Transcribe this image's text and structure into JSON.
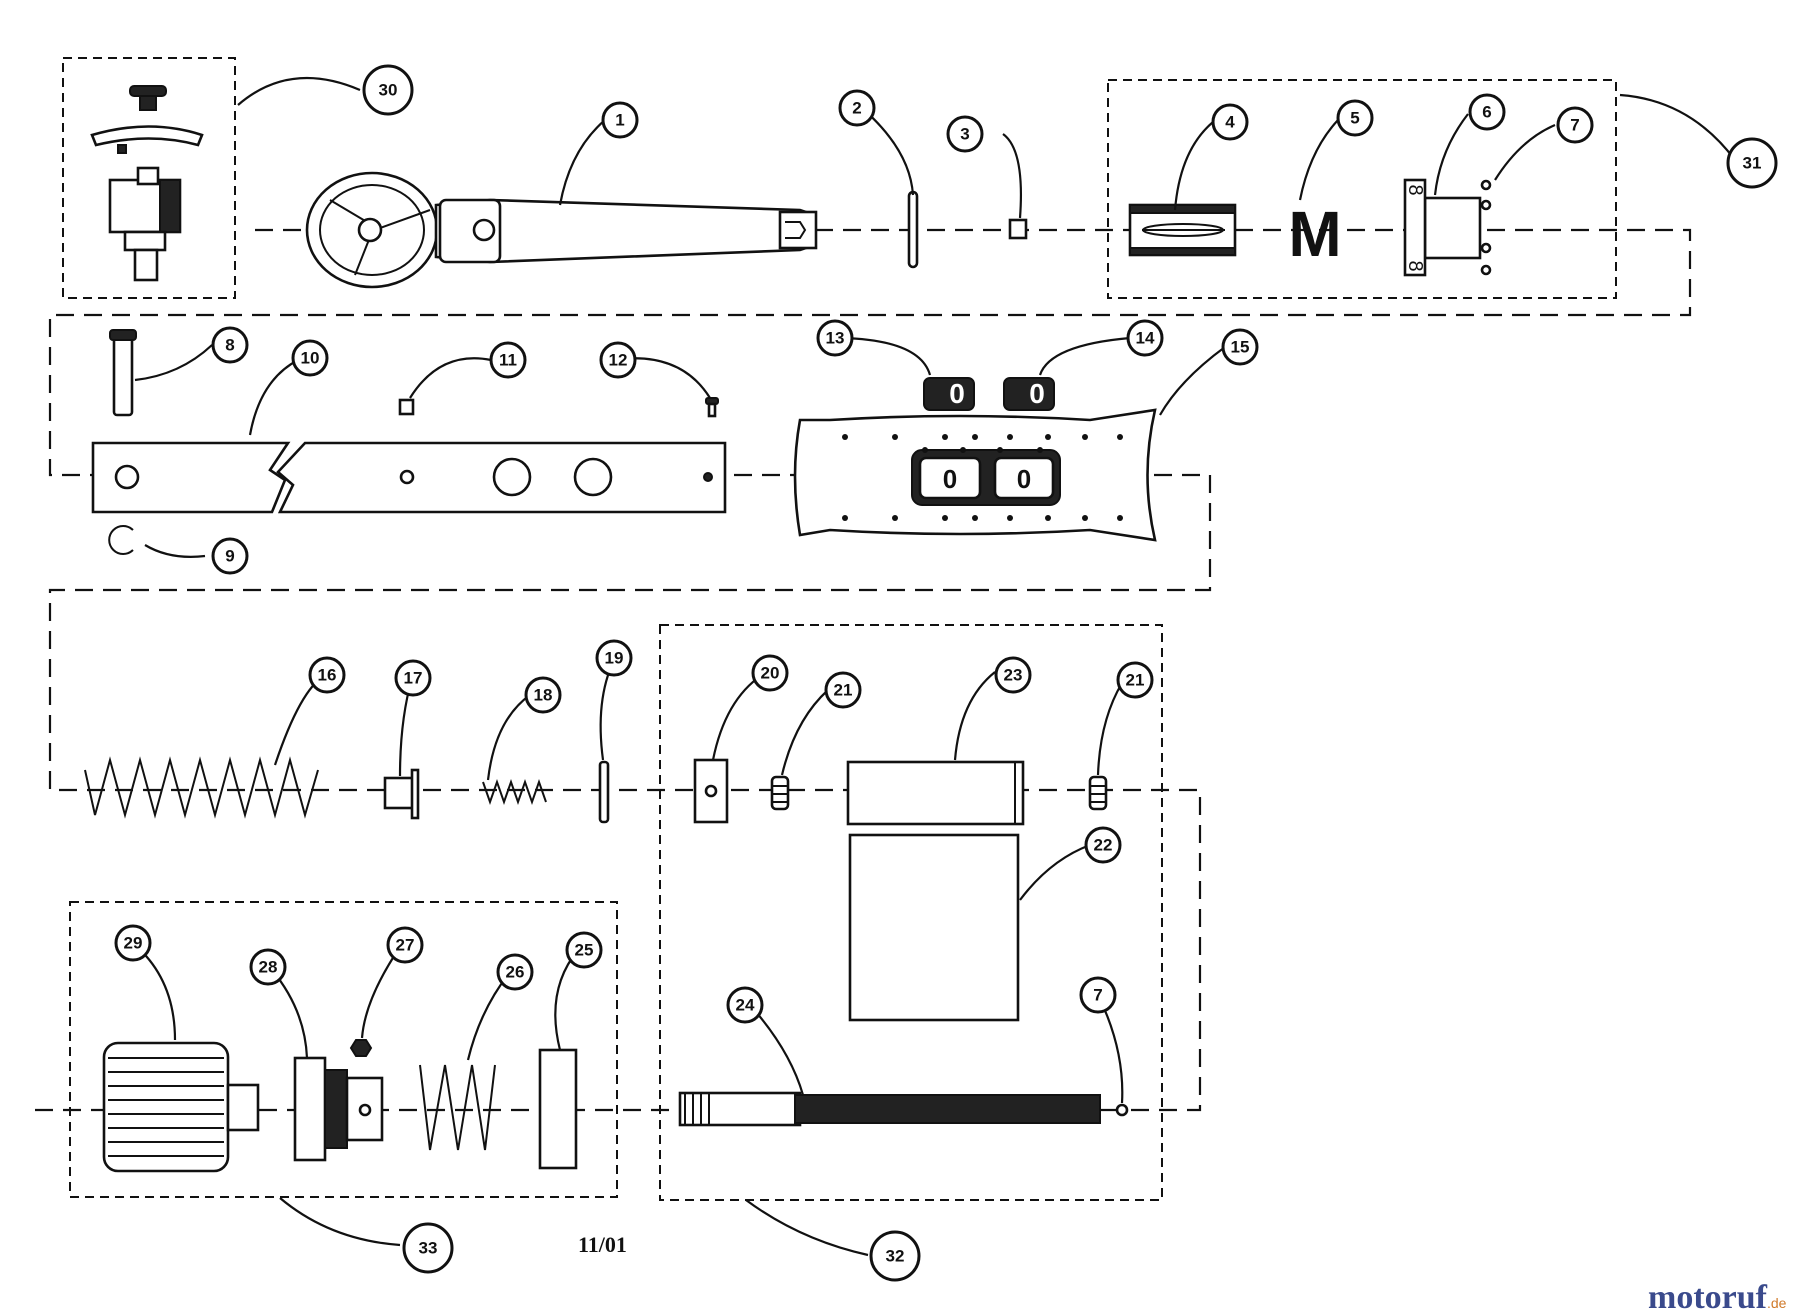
{
  "diagram": {
    "date_code": "11/01",
    "watermark": {
      "main": "motoruf",
      "tld": ".de",
      "color_main": "#3a4a8c",
      "color_accent": "#d07a2a"
    },
    "callouts": [
      "1",
      "2",
      "3",
      "4",
      "5",
      "6",
      "7",
      "8",
      "9",
      "10",
      "11",
      "12",
      "13",
      "14",
      "15",
      "16",
      "17",
      "18",
      "19",
      "20",
      "21",
      "22",
      "23",
      "24",
      "25",
      "26",
      "27",
      "28",
      "29",
      "30",
      "31",
      "32",
      "33"
    ],
    "labels": {
      "c1": "1",
      "c2": "2",
      "c3": "3",
      "c4": "4",
      "c5": "5",
      "c6": "6",
      "c7a": "7",
      "c8": "8",
      "c9": "9",
      "c10": "10",
      "c11": "11",
      "c12": "12",
      "c13": "13",
      "c14": "14",
      "c15": "15",
      "c16": "16",
      "c17": "17",
      "c18": "18",
      "c19": "19",
      "c20": "20",
      "c21a": "21",
      "c21b": "21",
      "c22": "22",
      "c23": "23",
      "c24": "24",
      "c25": "25",
      "c26": "26",
      "c27": "27",
      "c28": "28",
      "c29": "29",
      "c30": "30",
      "c31": "31",
      "c32": "32",
      "c33": "33",
      "c7b": "7"
    },
    "decal_text": {
      "scale_left": "0",
      "scale_right": "0",
      "letter_m": "M",
      "digits_6": "8",
      "decal_13": "0",
      "decal_14": "0"
    }
  }
}
